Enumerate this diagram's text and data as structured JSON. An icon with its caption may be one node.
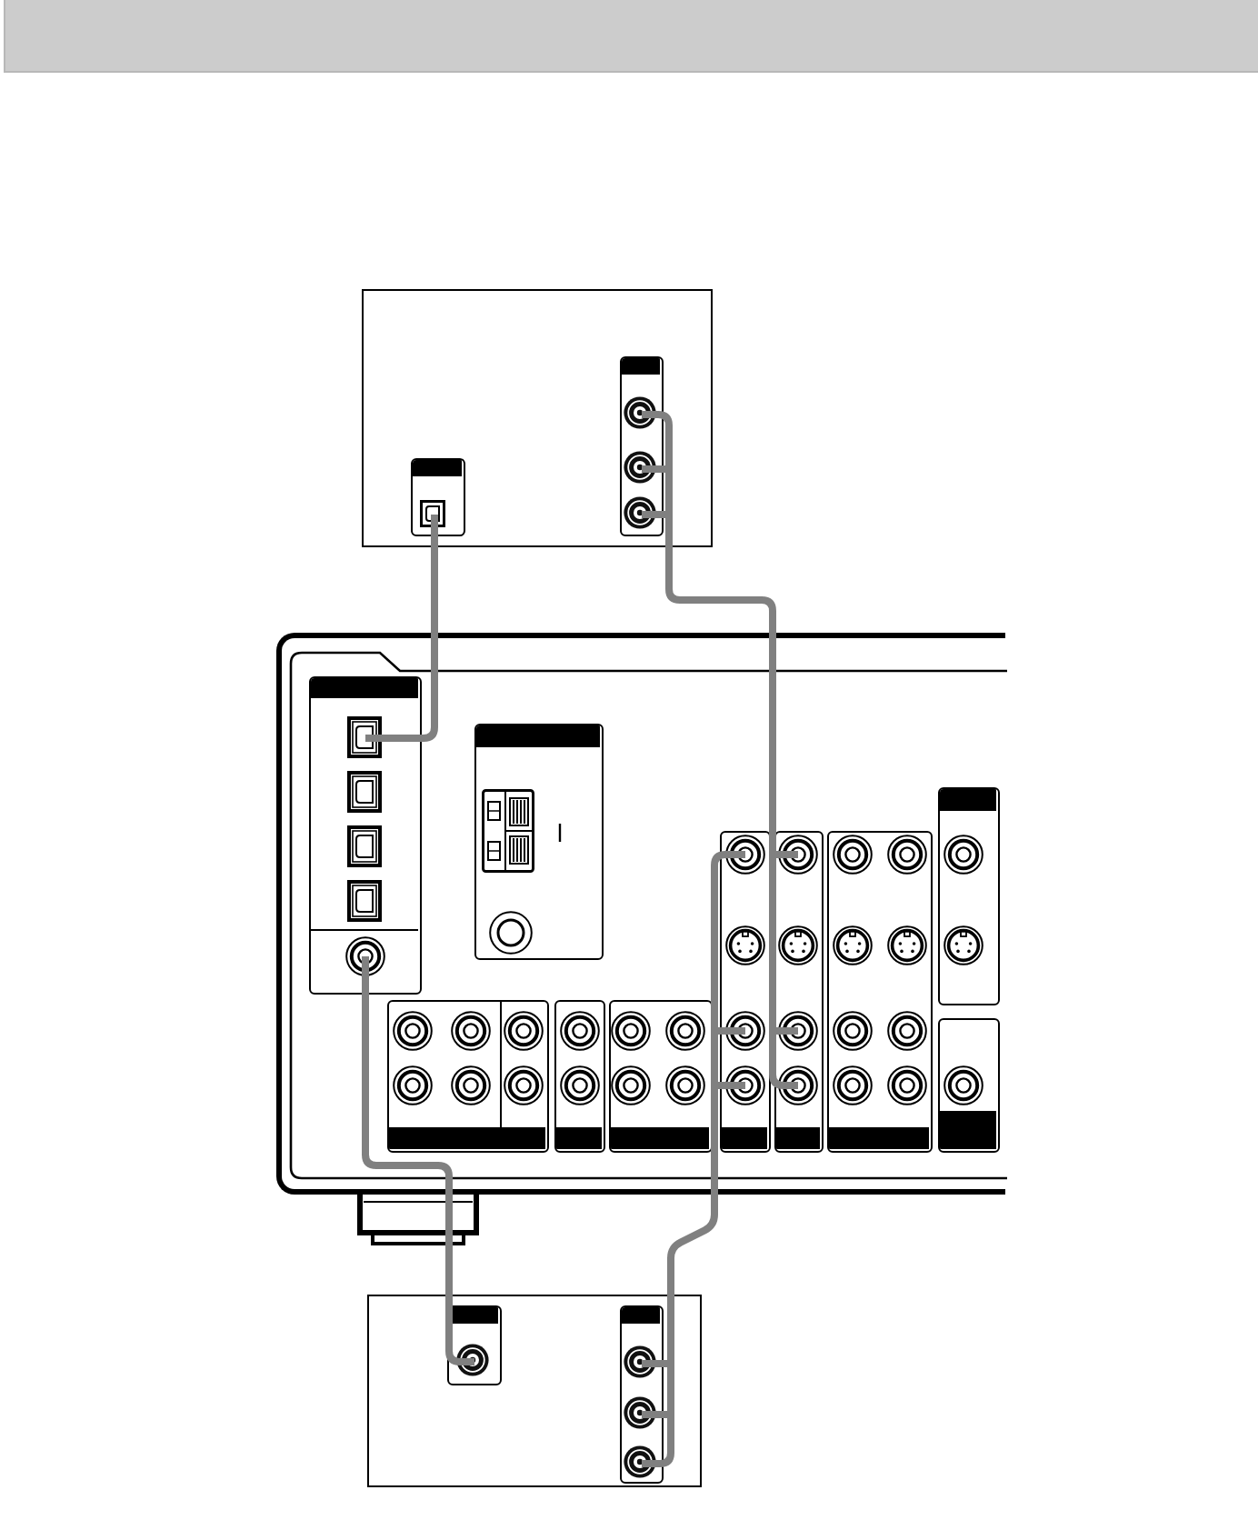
{
  "diagram": {
    "nodes": [
      {
        "text": [],
        "shape": "box"
      },
      {
        "text": [],
        "shape": "box",
        "in": 0
      },
      {
        "text": [],
        "shape": "box",
        "in": 0
      },
      {
        "text": [],
        "shape": "box"
      },
      {
        "text": [],
        "shape": "box",
        "in": 3
      },
      {
        "text": [],
        "shape": "box",
        "in": 3
      },
      {
        "text": [],
        "shape": "box",
        "in": 3
      },
      {
        "text": [],
        "shape": "box",
        "in": 3
      },
      {
        "text": [],
        "shape": "box",
        "in": 3
      },
      {
        "text": [],
        "shape": "box",
        "in": 3
      },
      {
        "text": [],
        "shape": "box",
        "in": 3
      },
      {
        "text": [],
        "shape": "box",
        "in": 3
      },
      {
        "text": [],
        "shape": "box",
        "in": 3
      },
      {
        "text": [],
        "shape": "box",
        "in": 3
      },
      {
        "text": [],
        "shape": "box"
      },
      {
        "text": [],
        "shape": "box",
        "in": 14
      },
      {
        "text": [],
        "shape": "box",
        "in": 14
      }
    ],
    "edges": [
      {
        "from": 1,
        "to": 4,
        "arrow": "none"
      },
      {
        "from": 2,
        "to": 10,
        "arrow": "none"
      },
      {
        "from": 4,
        "to": 15,
        "arrow": "none"
      },
      {
        "from": 9,
        "to": 16,
        "arrow": "none"
      }
    ]
  }
}
